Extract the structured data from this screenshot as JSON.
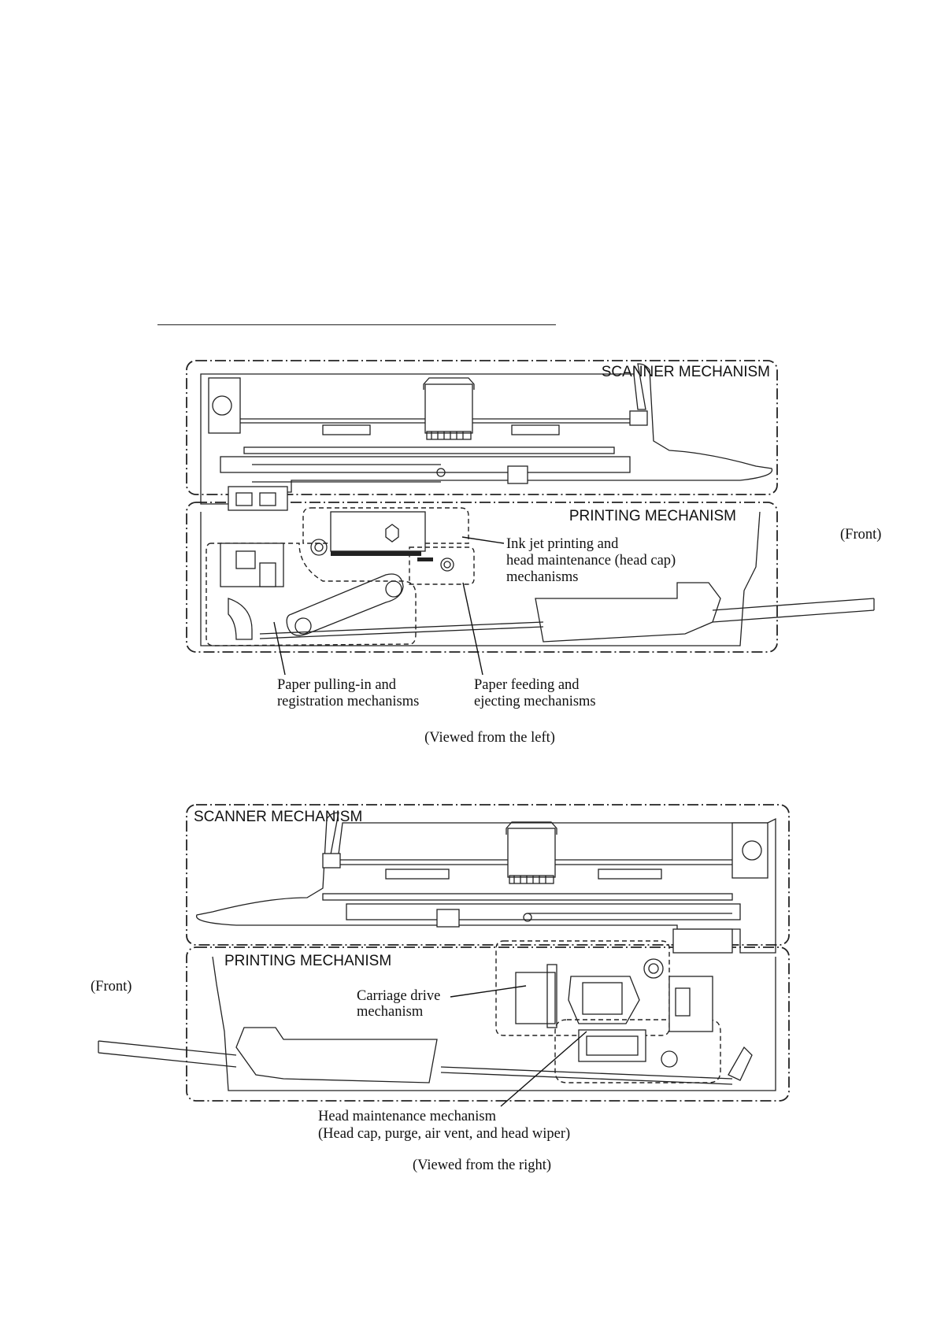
{
  "top_view": {
    "scanner_label": "SCANNER MECHANISM",
    "printing_label": "PRINTING MECHANISM",
    "front_label": "(Front)",
    "callout_inkjet": [
      "Ink jet printing and",
      "head maintenance (head cap)",
      "mechanisms"
    ],
    "callout_pulling": [
      "Paper pulling-in and",
      "registration mechanisms"
    ],
    "callout_feeding": [
      "Paper feeding and",
      "ejecting mechanisms"
    ],
    "caption": "(Viewed from the left)"
  },
  "bottom_view": {
    "scanner_label": "SCANNER MECHANISM",
    "printing_label": "PRINTING MECHANISM",
    "front_label": "(Front)",
    "callout_carriage": [
      "Carriage drive",
      "mechanism"
    ],
    "callout_head": [
      "Head maintenance mechanism",
      "(Head cap, purge, air vent, and head wiper)"
    ],
    "caption": "(Viewed from the right)"
  }
}
